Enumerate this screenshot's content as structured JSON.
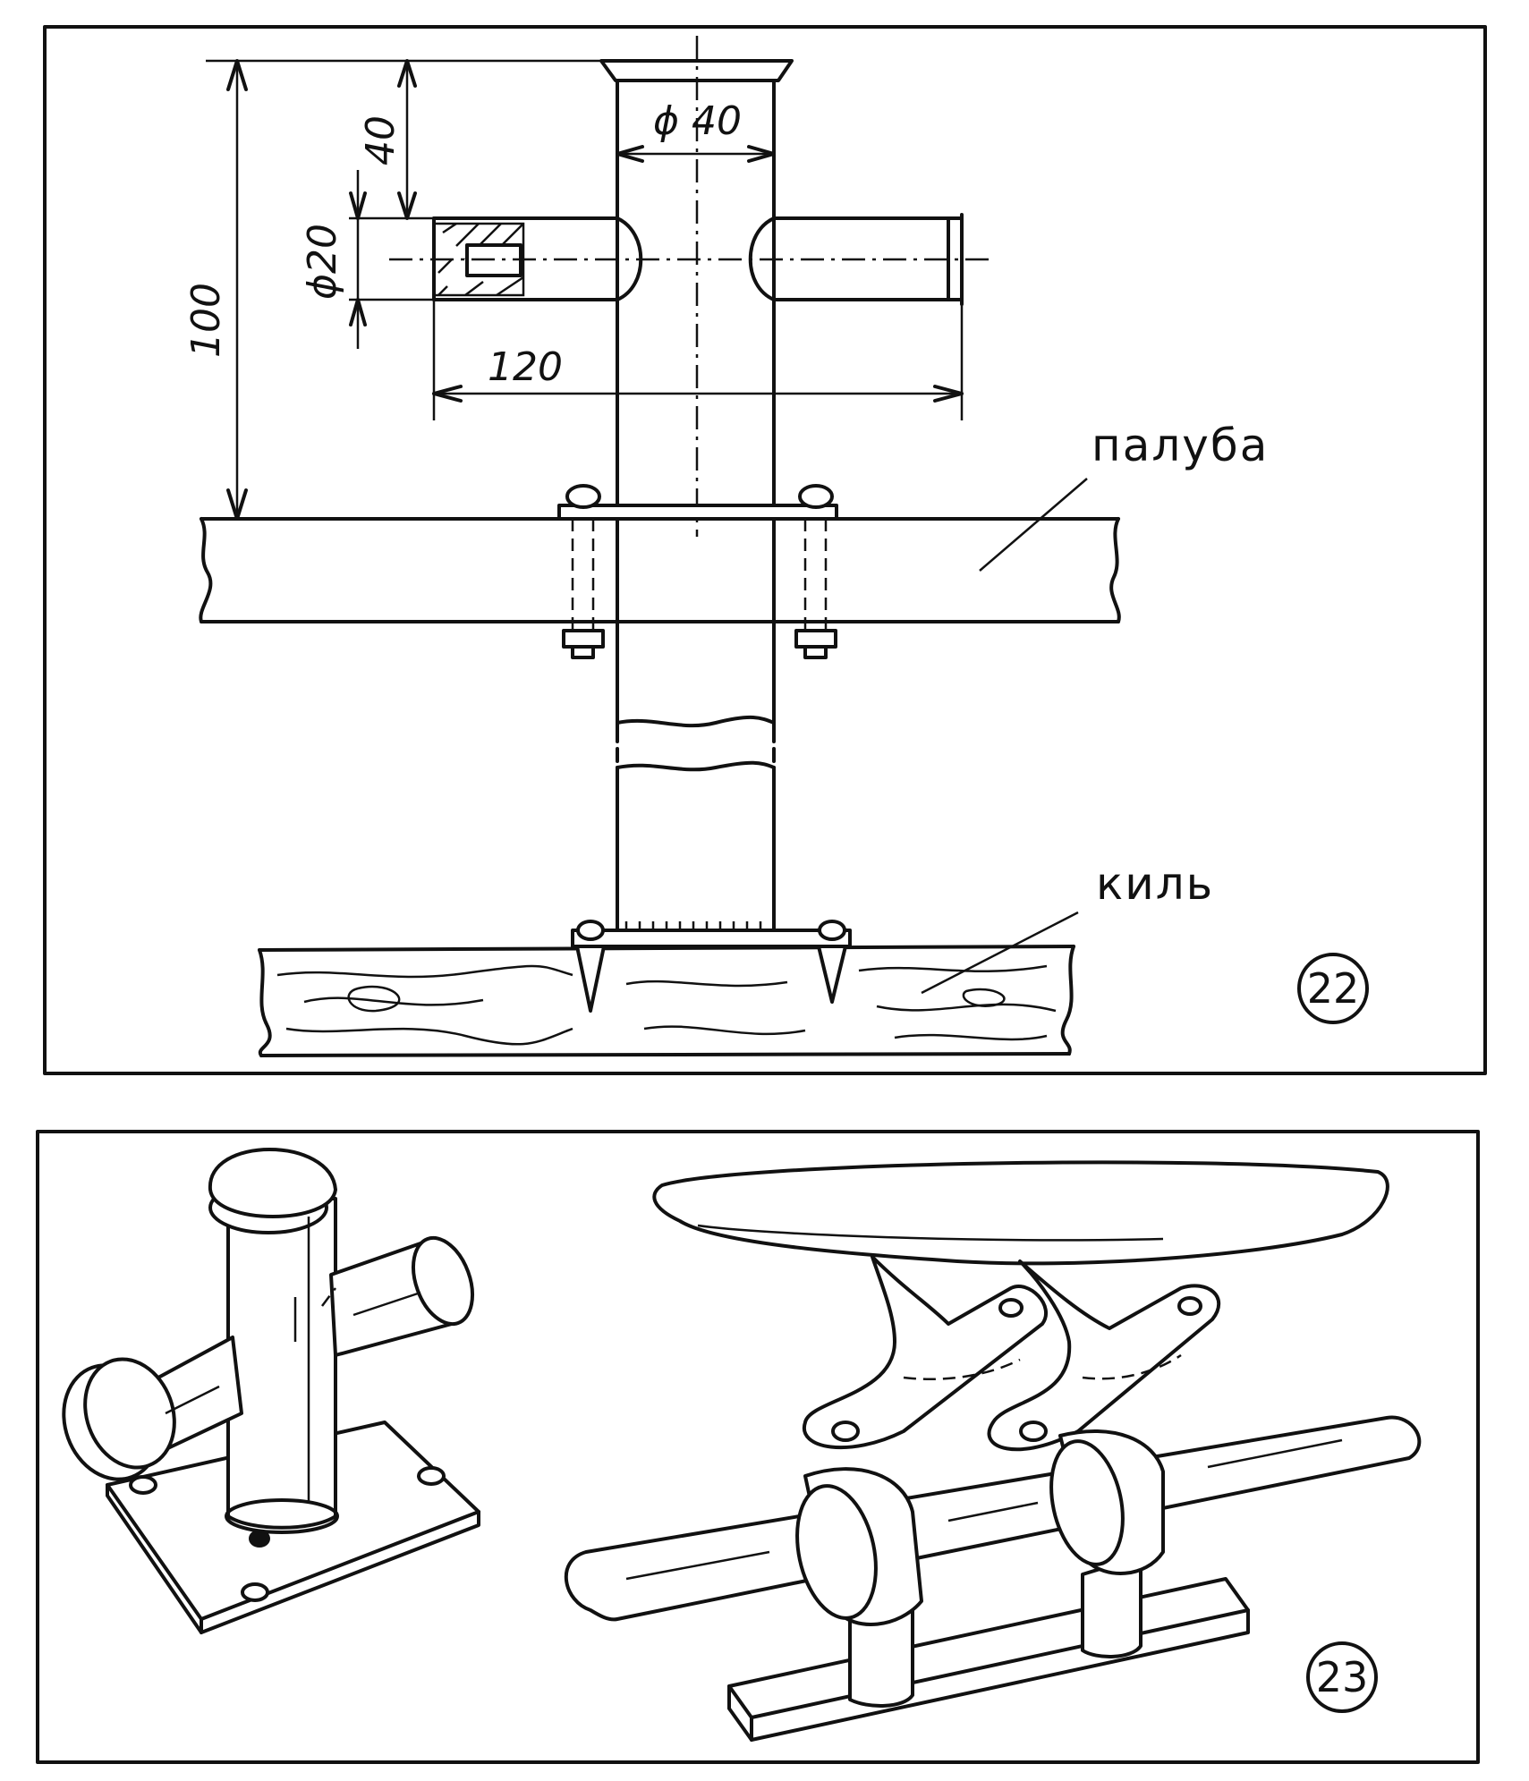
{
  "figure22": {
    "dimensions": {
      "pipe_diameter": "ϕ 40",
      "crossbar_diameter": "ϕ20",
      "crossbar_offset": "40",
      "crossbar_length": "120",
      "height": "100"
    },
    "labels": {
      "deck": "палуба",
      "keel": "киль"
    },
    "number": "22"
  },
  "figure23": {
    "number": "23"
  }
}
